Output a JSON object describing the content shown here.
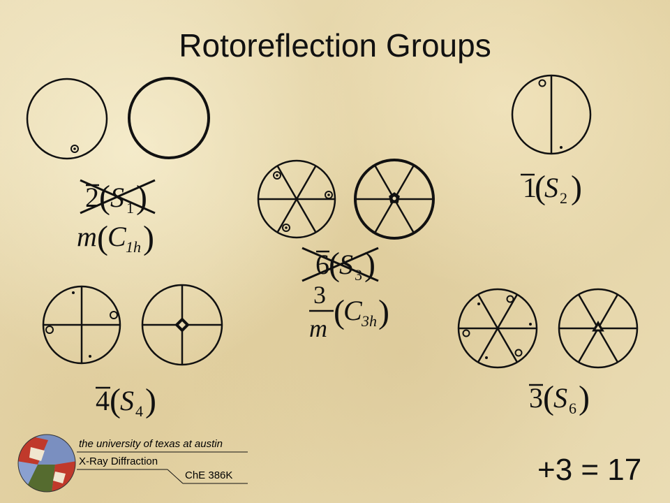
{
  "title": "Rotoreflection Groups",
  "symbols": {
    "s1": {
      "base": "2",
      "sub_letter": "S",
      "sub_index": "1",
      "alt_base": "m",
      "alt_letter": "C",
      "alt_index": "1h",
      "crossed": true
    },
    "s2": {
      "base": "1",
      "sub_letter": "S",
      "sub_index": "2",
      "crossed": false
    },
    "s3": {
      "base": "6",
      "sub_letter": "S",
      "sub_index": "3",
      "alt_num": "3",
      "alt_den": "m",
      "alt_letter": "C",
      "alt_index": "3h",
      "crossed": true
    },
    "s4": {
      "base": "4",
      "sub_letter": "S",
      "sub_index": "4",
      "crossed": false
    },
    "s6": {
      "base": "3",
      "sub_letter": "S",
      "sub_index": "6",
      "crossed": false
    }
  },
  "footer": {
    "university": "the university of texas at austin",
    "department": "X-Ray Diffraction",
    "course": "ChE 386K"
  },
  "score": "+3 = 17",
  "colors": {
    "ink": "#111111",
    "paper": "#e8d9b0"
  }
}
